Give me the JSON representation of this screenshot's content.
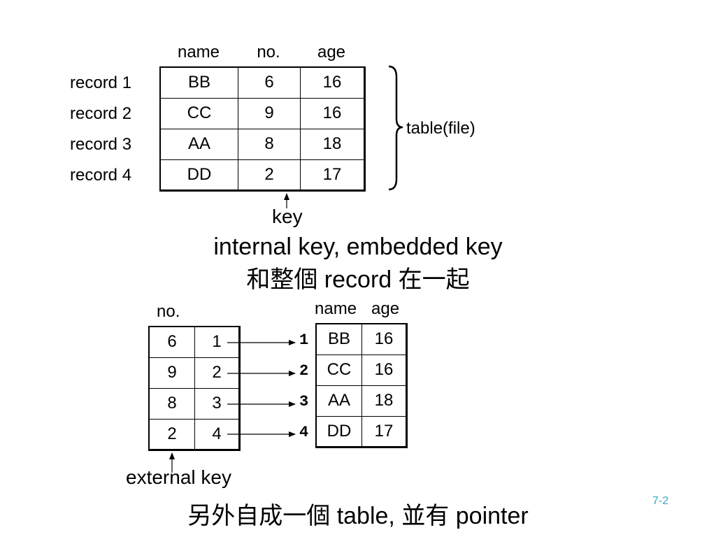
{
  "colors": {
    "text": "#000000",
    "page_number": "#33aacc"
  },
  "top_table": {
    "headers": [
      "name",
      "no.",
      "age"
    ],
    "row_labels": [
      "record 1",
      "record 2",
      "record 3",
      "record 4"
    ],
    "rows": [
      [
        "BB",
        "6",
        "16"
      ],
      [
        "CC",
        "9",
        "16"
      ],
      [
        "AA",
        "8",
        "18"
      ],
      [
        "DD",
        "2",
        "17"
      ]
    ],
    "brace_label": "table(file)",
    "key_label": "key"
  },
  "title_line1": "internal key, embedded key",
  "title_line2": "和整個 record 在一起",
  "index_table": {
    "header": "no.",
    "rows": [
      [
        "6",
        "1"
      ],
      [
        "9",
        "2"
      ],
      [
        "8",
        "3"
      ],
      [
        "2",
        "4"
      ]
    ],
    "key_label": "external key"
  },
  "data_table": {
    "headers": [
      "name",
      "age"
    ],
    "pointers": [
      "1",
      "2",
      "3",
      "4"
    ],
    "rows": [
      [
        "BB",
        "16"
      ],
      [
        "CC",
        "16"
      ],
      [
        "AA",
        "18"
      ],
      [
        "DD",
        "17"
      ]
    ]
  },
  "bottom_caption": "另外自成一個 table, 並有 pointer",
  "page_number": "7-2"
}
